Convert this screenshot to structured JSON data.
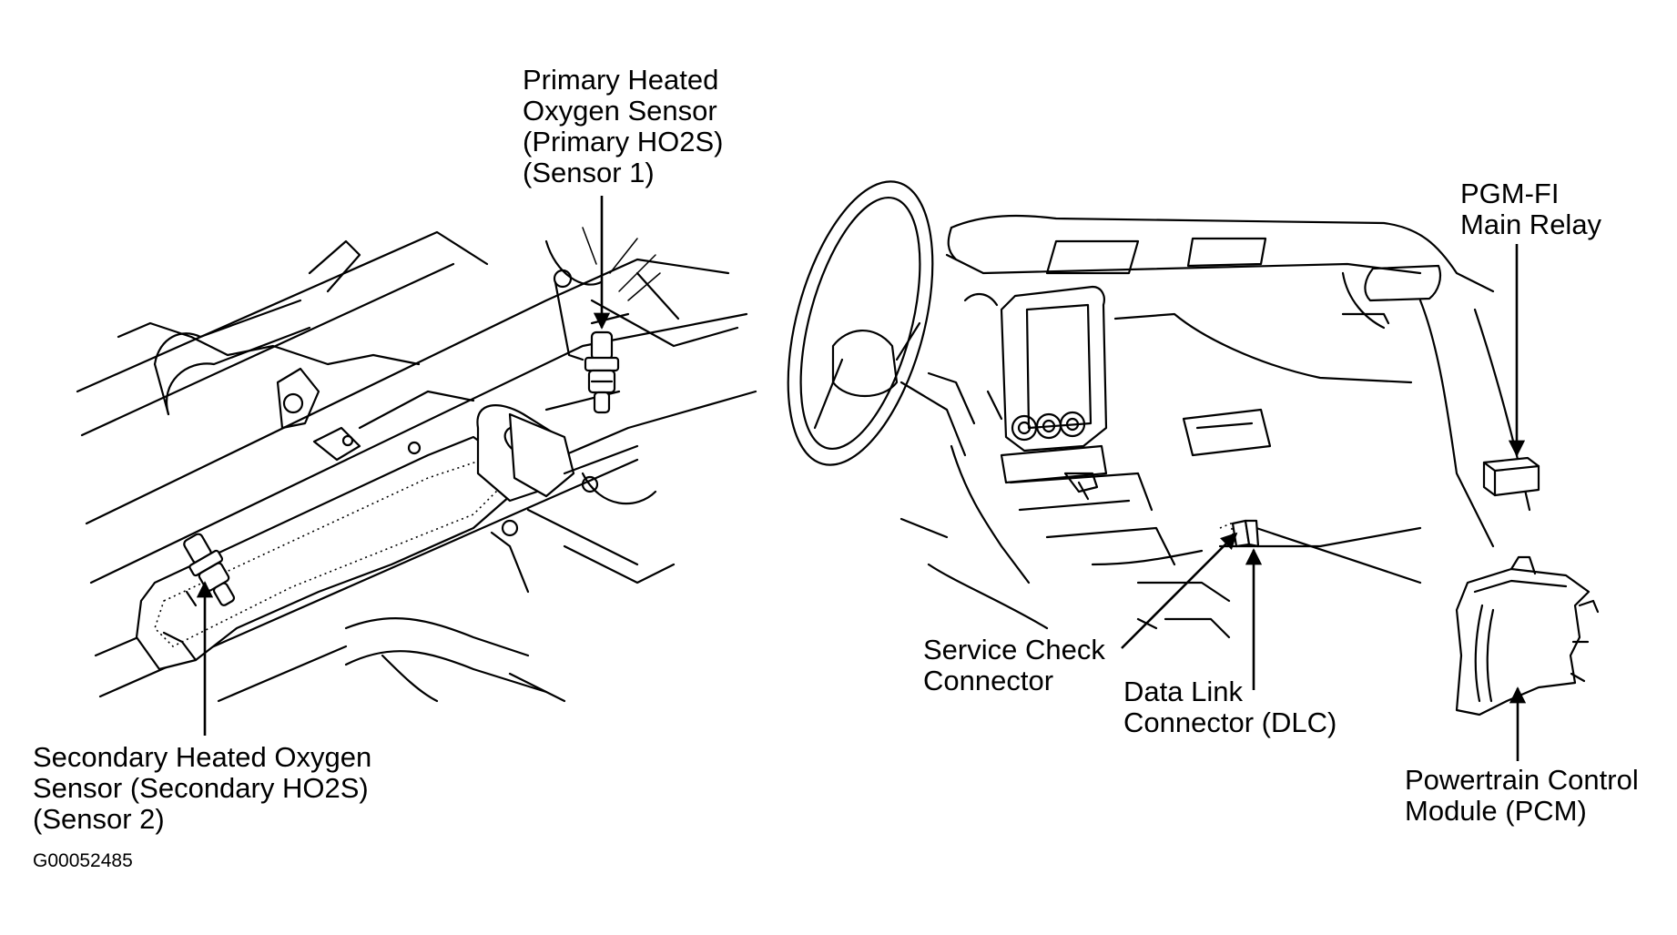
{
  "figure_id": "G00052485",
  "labels": {
    "primary_ho2s": [
      "Primary Heated",
      "Oxygen Sensor",
      "(Primary HO2S)",
      "(Sensor 1)"
    ],
    "secondary_ho2s": [
      "Secondary Heated Oxygen",
      "Sensor (Secondary HO2S)",
      "(Sensor 2)"
    ],
    "pgm_fi_relay": [
      "PGM-FI",
      "Main Relay"
    ],
    "service_check": [
      "Service Check",
      "Connector"
    ],
    "dlc": [
      "Data Link",
      "Connector (DLC)"
    ],
    "pcm": [
      "Powertrain Control",
      "Module (PCM)"
    ]
  },
  "icons": {
    "primary_sensor": "oxygen-sensor-icon",
    "secondary_sensor": "oxygen-sensor-icon",
    "relay": "relay-icon",
    "connector": "connector-icon",
    "pcm": "control-module-icon"
  }
}
